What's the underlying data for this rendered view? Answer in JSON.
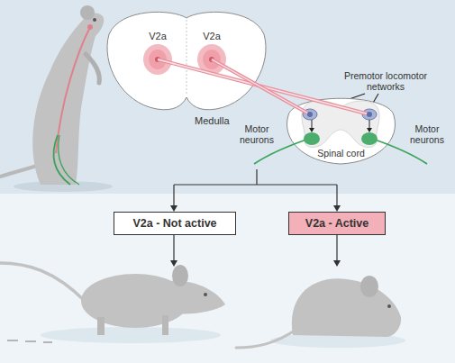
{
  "diagram": {
    "nodes": [
      {
        "text": [
          "Medulla"
        ]
      },
      {
        "text": [
          "V2a"
        ],
        "in": 0
      },
      {
        "text": [
          "V2a"
        ],
        "in": 0
      },
      {
        "text": [
          "Spinal cord"
        ]
      },
      {
        "text": [
          "V2a - Not active"
        ]
      },
      {
        "text": [
          "V2a - Active"
        ]
      }
    ],
    "edges": [
      {
        "from": 1,
        "to": 3,
        "arrow": "none"
      },
      {
        "from": 2,
        "to": 3,
        "arrow": "none"
      }
    ],
    "labels": [
      "Premotor locomotor networks",
      "Motor neurons",
      "Motor neurons"
    ]
  }
}
